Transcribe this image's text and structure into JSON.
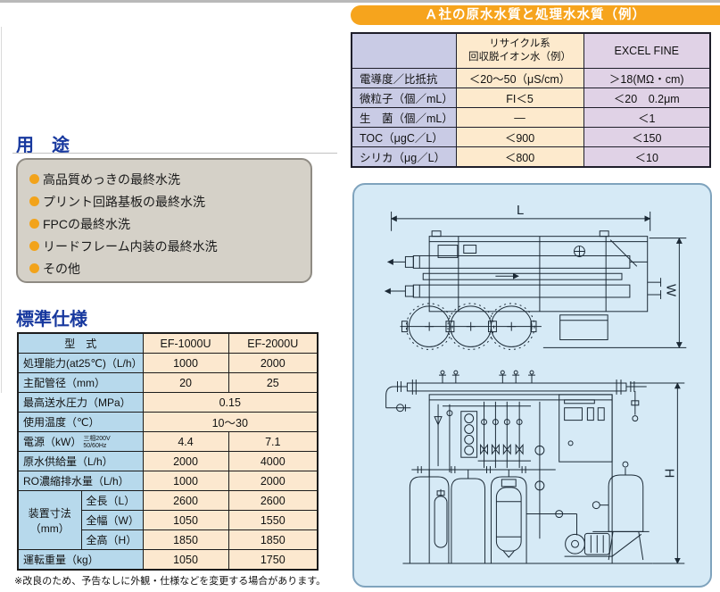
{
  "usage": {
    "heading": "用　途",
    "items": [
      "高品質めっきの最終水洗",
      "プリント回路基板の最終水洗",
      "FPCの最終水洗",
      "リードフレーム内装の最終水洗",
      "その他"
    ]
  },
  "specs": {
    "heading": "標準仕様",
    "header": {
      "model": "型　式",
      "m1": "EF-1000U",
      "m2": "EF-2000U"
    },
    "capacity": {
      "label": "処理能力(at25℃)（L/h）",
      "v1": "1000",
      "v2": "2000"
    },
    "pipe": {
      "label": "主配管径（mm）",
      "v1": "20",
      "v2": "25"
    },
    "pressure": {
      "label": "最高送水圧力（MPa）",
      "v": "0.15"
    },
    "temp": {
      "label": "使用温度（℃）",
      "v": "10～30"
    },
    "power": {
      "label": "電源（kW）",
      "note1": "三相200V",
      "note2": "50/60Hz",
      "v1": "4.4",
      "v2": "7.1"
    },
    "feed": {
      "label": "原水供給量（L/h）",
      "v1": "2000",
      "v2": "4000"
    },
    "ro": {
      "label": "RO濃縮排水量（L/h）",
      "v1": "1000",
      "v2": "2000"
    },
    "dims": {
      "label1": "装置寸法",
      "label2": "（mm）",
      "length": {
        "label": "全長（L）",
        "v1": "2600",
        "v2": "2600"
      },
      "width": {
        "label": "全幅（W）",
        "v1": "1050",
        "v2": "1550"
      },
      "height": {
        "label": "全高（H）",
        "v1": "1850",
        "v2": "1850"
      }
    },
    "weight": {
      "label": "運転重量（kg）",
      "v1": "1050",
      "v2": "1750"
    },
    "note": "※改良のため、予告なしに外観・仕様などを変更する場合があります。"
  },
  "water_quality": {
    "title": "Ａ社の原水水質と処理水水質（例）",
    "col_recycle_line1": "リサイクル系",
    "col_recycle_line2": "回収脱イオン水（例）",
    "col_excel": "EXCEL FINE",
    "rows": [
      {
        "label": "電導度／比抵抗",
        "recycle": "＜20～50（μS/cm）",
        "excel": "＞18(MΩ・cm)"
      },
      {
        "label": "微粒子（個／mL）",
        "recycle": "FI＜5",
        "excel": "＜20　0.2μm"
      },
      {
        "label": "生　菌（個／mL）",
        "recycle": "―",
        "excel": "＜1"
      },
      {
        "label": "TOC（μgC／L）",
        "recycle": "＜900",
        "excel": "＜150"
      },
      {
        "label": "シリカ（μg／L）",
        "recycle": "＜800",
        "excel": "＜10"
      }
    ]
  },
  "diagram": {
    "label_l": "L",
    "label_w": "W",
    "label_h": "H"
  },
  "colors": {
    "banner_orange": "#F6A41D",
    "heading_blue": "#17389E",
    "bullet_orange": "#F2A31B",
    "spec_label_bg": "#B7D9EC",
    "value_bg": "#FCE8CF",
    "wq_label_bg": "#C9CBE5",
    "wq_recycle_bg": "#FDEACD",
    "wq_excel_bg": "#E0D2E6",
    "panel_bg": "#D6EAF6"
  }
}
